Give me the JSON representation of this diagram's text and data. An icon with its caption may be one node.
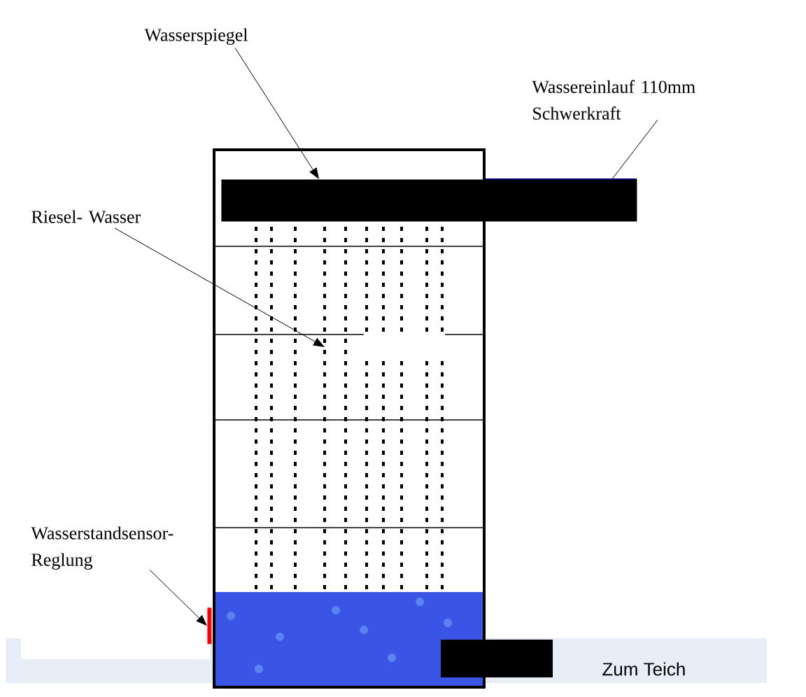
{
  "diagram": {
    "nodes": [
      {
        "text": [
          "Wasserspiegel"
        ]
      },
      {
        "text": [],
        "shape": "bar"
      },
      {
        "text": [
          "Wassereinlauf 110mm Schwerkraft"
        ]
      },
      {
        "text": [
          "Riesel- Wasser"
        ]
      },
      {
        "text": [
          "Wasserstandsensor- Reglung"
        ]
      },
      {
        "text": [],
        "shape": "bar"
      }
    ],
    "edges": [
      {
        "from": 0,
        "to": 1,
        "arrow": "to"
      },
      {
        "from": 2,
        "to": 1,
        "arrow": "none"
      },
      {
        "from": 3,
        "to": null,
        "arrow": "to"
      },
      {
        "from": 4,
        "to": 5,
        "arrow": "to"
      }
    ],
    "labels": [
      "Zum Teich"
    ]
  }
}
